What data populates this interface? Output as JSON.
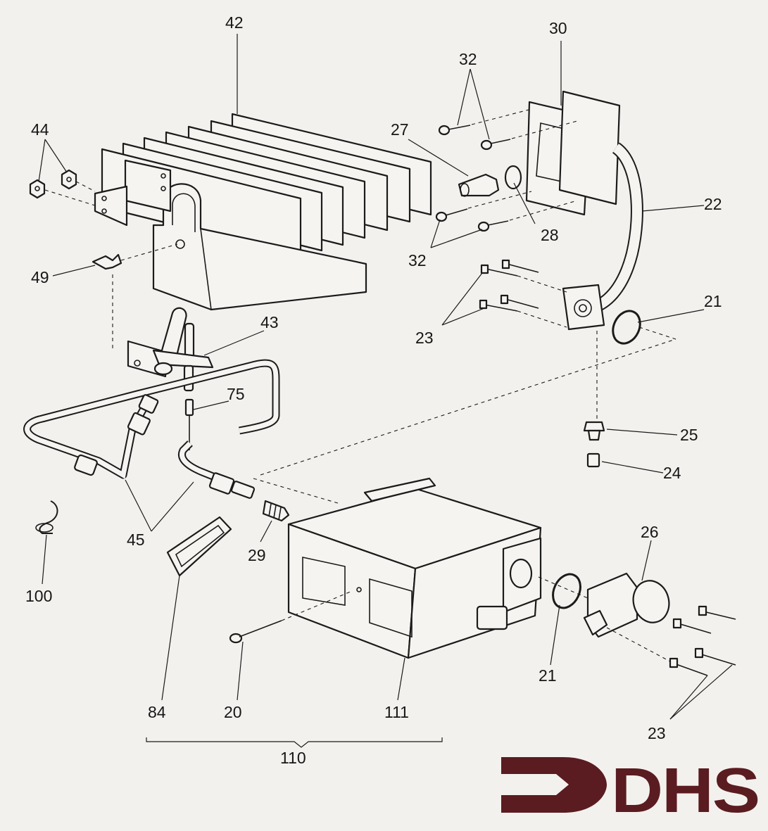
{
  "labels": {
    "p20": "20",
    "p21a": "21",
    "p21b": "21",
    "p22": "22",
    "p23a": "23",
    "p23b": "23",
    "p24": "24",
    "p25": "25",
    "p26": "26",
    "p27": "27",
    "p28": "28",
    "p29": "29",
    "p30": "30",
    "p32a": "32",
    "p32b": "32",
    "p42": "42",
    "p43": "43",
    "p44": "44",
    "p45": "45",
    "p49": "49",
    "p75": "75",
    "p84": "84",
    "p100": "100",
    "p110": "110",
    "p111": "111"
  },
  "logo": {
    "text": "DHS",
    "color": "#5a1c20"
  }
}
